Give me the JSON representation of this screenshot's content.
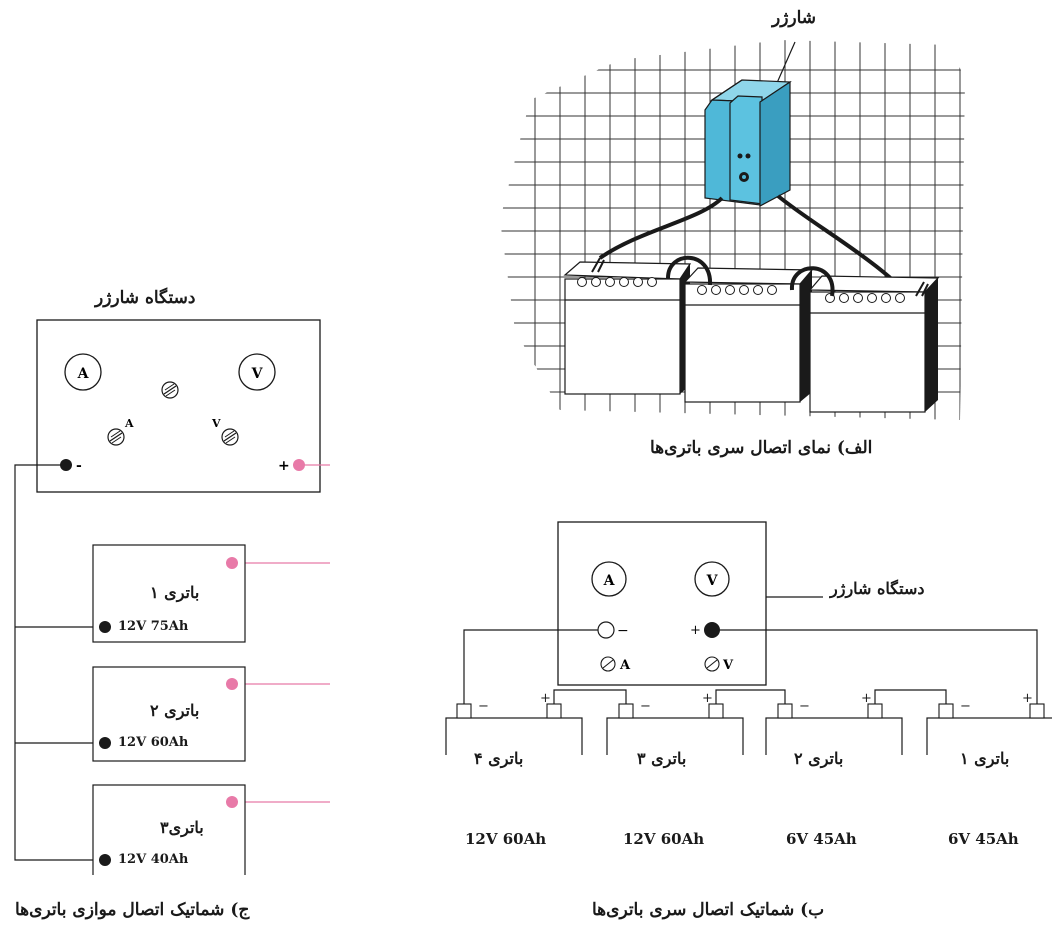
{
  "panel_a": {
    "charger_label": "شارژر",
    "caption": "الف) نمای اتصال سری باتری‌ها"
  },
  "panel_b": {
    "charger_label": "دستگاه شارژر",
    "ammeter": "A",
    "voltmeter": "V",
    "minus": "−",
    "plus": "+",
    "knob_a": "A",
    "knob_v": "V",
    "caption": "ب) شماتیک اتصال سری باتری‌ها",
    "batteries": [
      {
        "name": "باتری ۴",
        "rating": "12V  60Ah"
      },
      {
        "name": "باتری ۳",
        "rating": "12V  60Ah"
      },
      {
        "name": "باتری ۲",
        "rating": "6V  45Ah"
      },
      {
        "name": "باتری ۱",
        "rating": "6V  45Ah"
      }
    ]
  },
  "panel_c": {
    "charger_label": "دستگاه شارژر",
    "ammeter": "A",
    "voltmeter": "V",
    "knob_a": "A",
    "knob_v": "V",
    "minus": "-",
    "plus": "+",
    "caption": "ج) شماتیک اتصال موازی باتری‌ها",
    "batteries": [
      {
        "name": "باتری ۱",
        "rating": "12V  75Ah"
      },
      {
        "name": "باتری ۲",
        "rating": "12V  60Ah"
      },
      {
        "name": "باتری۳",
        "rating": "12V  40Ah"
      }
    ]
  },
  "colors": {
    "charger_blue": "#4fb8d8",
    "positive_pink": "#e87aa8",
    "line": "#1a1a1a"
  }
}
